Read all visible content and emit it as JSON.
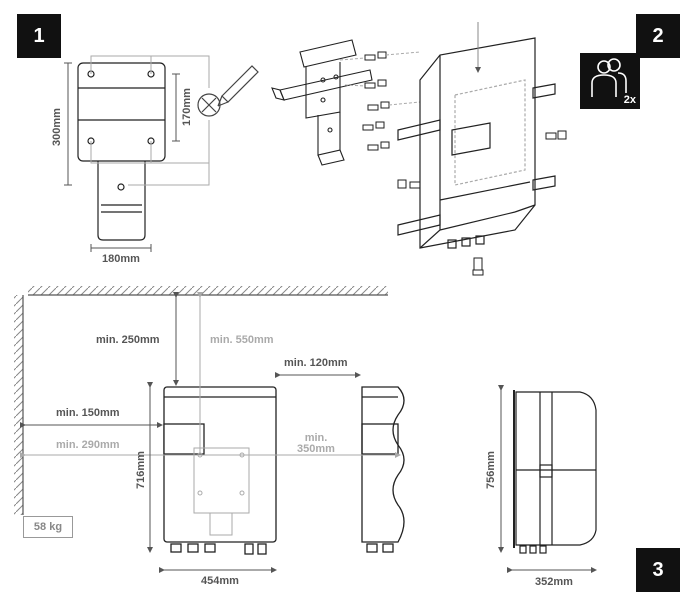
{
  "steps": {
    "step1": "1",
    "step2": "2",
    "step3": "3"
  },
  "persons": {
    "count_label": "2x",
    "icon": "two-persons-icon"
  },
  "bracket_drawing": {
    "height_total": "300mm",
    "height_holes": "170mm",
    "width": "180mm"
  },
  "clearances": {
    "top": "min. 250mm",
    "top_alt": "min. 550mm",
    "side_between": "min. 120mm",
    "left": "min. 150mm",
    "left_alt": "min. 290mm",
    "right_alt_line1": "min.",
    "right_alt_line2": "350mm"
  },
  "inverter_dims": {
    "height": "716mm",
    "width": "454mm",
    "side_height": "756mm",
    "depth": "352mm"
  },
  "weight": "58 kg",
  "colors": {
    "badge": "#111111",
    "dim_dark": "#555555",
    "dim_light": "#aaaaaa",
    "line": "#222222"
  }
}
